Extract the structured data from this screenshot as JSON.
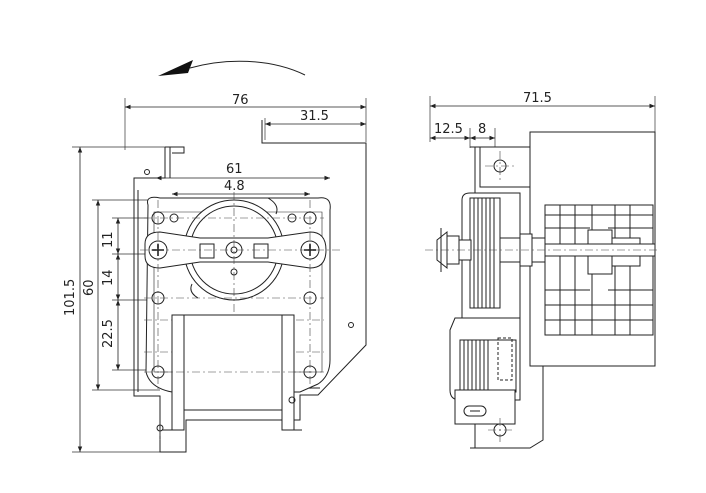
{
  "drawing": {
    "dimensions": {
      "front_overall_width": "76",
      "front_offset_width": "31.5",
      "front_hole_spacing_61": "61",
      "front_hole_spacing_48": "4.8",
      "front_overall_height": "101.5",
      "front_hole_height_60": "60",
      "front_vert_11": "11",
      "front_vert_14": "14",
      "front_vert_22_5": "22.5",
      "side_overall_width": "71.5",
      "side_flange_12_5": "12.5",
      "side_flange_8": "8"
    },
    "rotation_direction": "counter-clockwise-arrow-icon"
  }
}
